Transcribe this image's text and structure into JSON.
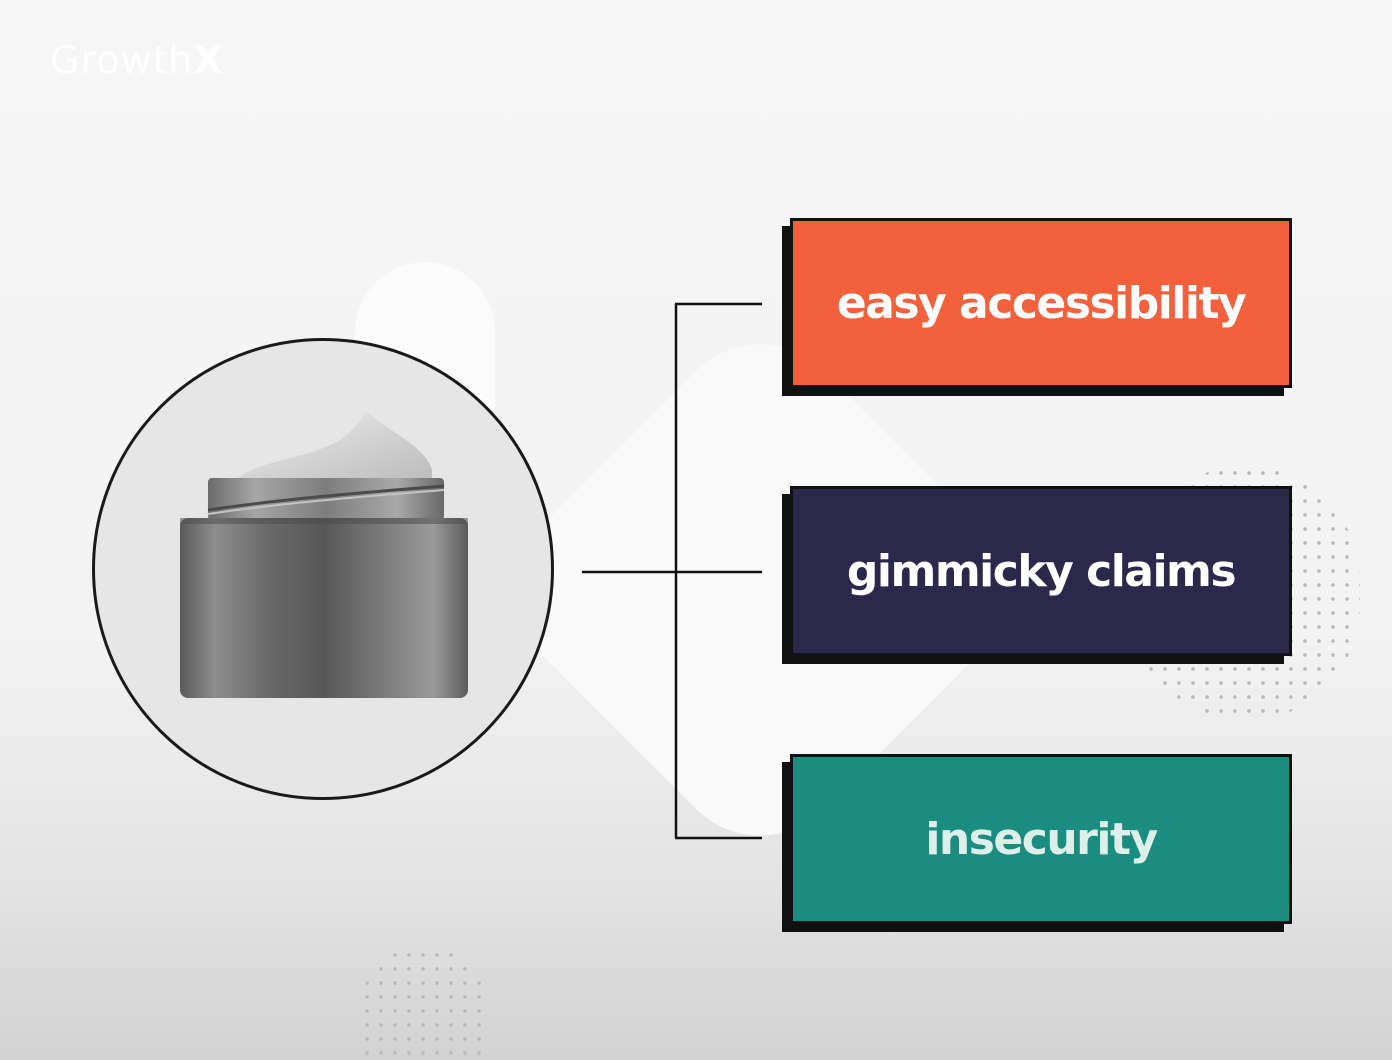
{
  "logo": {
    "text": "Growth",
    "accent": "X"
  },
  "product": {
    "icon": "cream-jar-icon"
  },
  "items": [
    {
      "label": "easy accessibility",
      "color": "#f2613b"
    },
    {
      "label": "gimmicky claims",
      "color": "#2c284b"
    },
    {
      "label": "insecurity",
      "color": "#1b8d80"
    }
  ]
}
